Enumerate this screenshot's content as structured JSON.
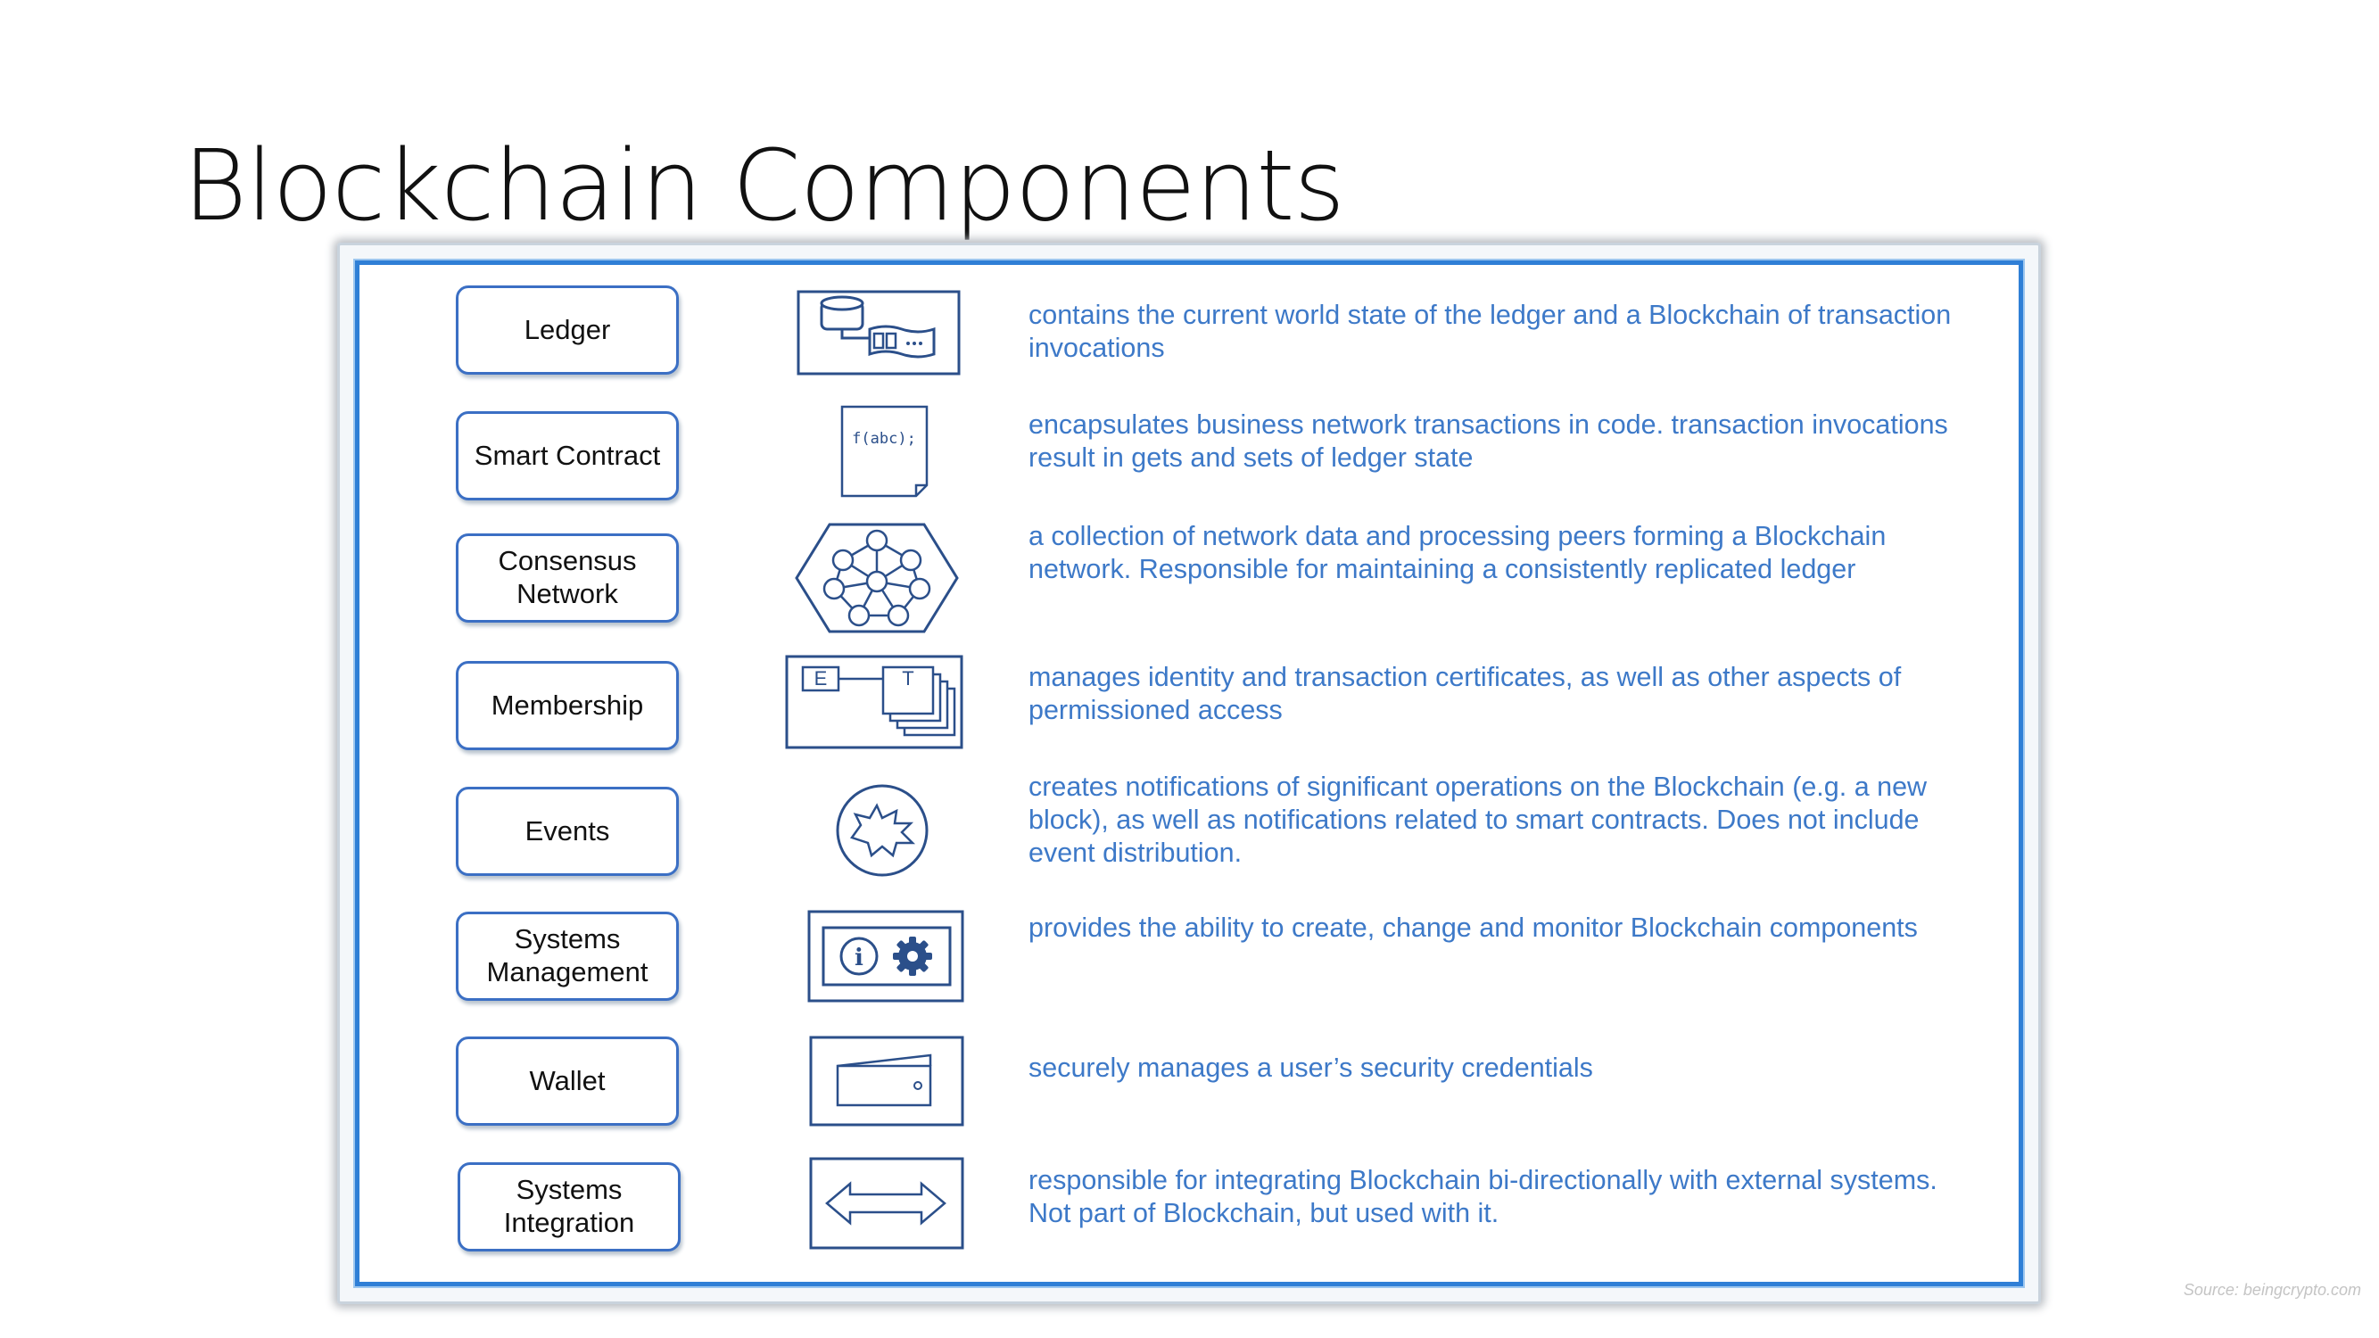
{
  "slide": {
    "title": "Blockchain Components",
    "source": "Source: beingcrypto.com"
  },
  "colors": {
    "frame_blue": "#2f7fd6",
    "box_border": "#3b6fc4",
    "description_text": "#3d79c8",
    "icon_stroke": "#2b4f8a"
  },
  "components": [
    {
      "label": "Ledger",
      "icon": "ledger-icon",
      "description": "contains the current world state of the ledger and a Blockchain of transaction invocations"
    },
    {
      "label": "Smart Contract",
      "icon": "smart-contract-icon",
      "icon_text": "f(abc);",
      "description": "encapsulates business network transactions in code. transaction invocations result in gets and sets of ledger state"
    },
    {
      "label": "Consensus\nNetwork",
      "icon": "network-icon",
      "description": "a collection of network data and processing peers forming a Blockchain network. Responsible for maintaining a consistently replicated ledger"
    },
    {
      "label": "Membership",
      "icon": "certificates-icon",
      "icon_text": [
        "E",
        "T"
      ],
      "description": "manages identity and transaction certificates, as well as other aspects of permissioned access"
    },
    {
      "label": "Events",
      "icon": "event-burst-icon",
      "description": "creates notifications of significant operations on the Blockchain (e.g. a new block), as well as notifications related to smart contracts. Does not include event distribution."
    },
    {
      "label": "Systems\nManagement",
      "icon": "info-gear-icon",
      "description": "provides the ability to create, change and monitor Blockchain components"
    },
    {
      "label": "Wallet",
      "icon": "wallet-icon",
      "description": "securely manages a user’s security credentials"
    },
    {
      "label": "Systems\nIntegration",
      "icon": "double-arrow-icon",
      "description": "responsible for integrating Blockchain bi-directionally with external systems.  Not part of Blockchain, but used with it."
    }
  ]
}
